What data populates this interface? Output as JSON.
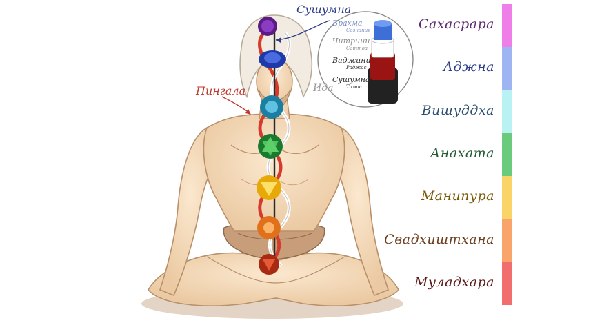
{
  "callouts": {
    "sushumna": "Сушумна",
    "pingala": "Пингала",
    "ida": "Ида"
  },
  "inset_labels": [
    {
      "main": "Брахма",
      "sub": "Сознание",
      "color": "#7a8fc2"
    },
    {
      "main": "Читрини",
      "sub": "Саттва",
      "color": "#8a8a8a"
    },
    {
      "main": "Ваджини",
      "sub": "Раджас",
      "color": "#333333"
    },
    {
      "main": "Сушумна",
      "sub": "Тамас",
      "color": "#333333"
    }
  ],
  "chakras": [
    {
      "name": "Сахасрара",
      "text_color": "#5c2a6e",
      "bar_color": "#f07ee8",
      "icon": "thousand-petal-lotus-icon"
    },
    {
      "name": "Аджна",
      "text_color": "#2c3d8a",
      "bar_color": "#9fb4f2",
      "icon": "third-eye-lotus-icon"
    },
    {
      "name": "Вишуддха",
      "text_color": "#2d4f72",
      "bar_color": "#b8f2f2",
      "icon": "throat-lotus-icon"
    },
    {
      "name": "Анахата",
      "text_color": "#245a34",
      "bar_color": "#6acb7c",
      "icon": "heart-lotus-icon"
    },
    {
      "name": "Манипура",
      "text_color": "#7a5a08",
      "bar_color": "#fbd468",
      "icon": "solar-plexus-lotus-icon"
    },
    {
      "name": "Свадхиштхана",
      "text_color": "#6e3f1e",
      "bar_color": "#f9a46a",
      "icon": "sacral-lotus-icon"
    },
    {
      "name": "Муладхара",
      "text_color": "#5a1a1a",
      "bar_color": "#f26d6d",
      "icon": "root-lotus-icon"
    }
  ]
}
